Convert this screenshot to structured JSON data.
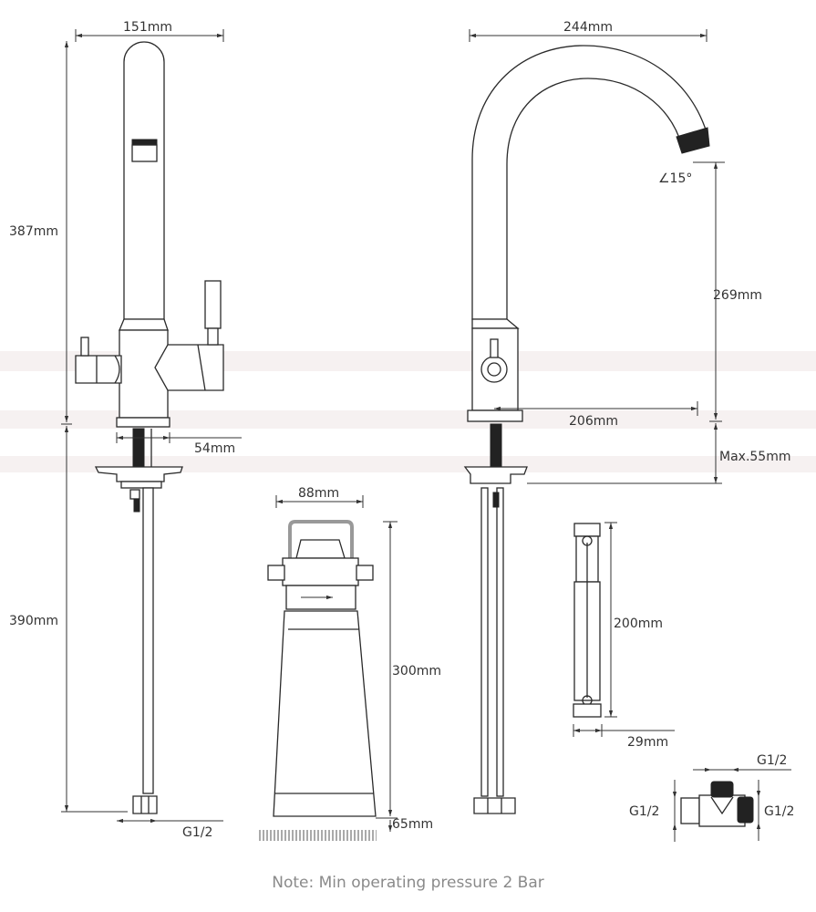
{
  "left_tap": {
    "width_label": "151mm",
    "height_upper_label": "387mm",
    "height_lower_label": "390mm",
    "hole_label": "54mm",
    "thread_label": "G1/2"
  },
  "right_tap": {
    "width_label": "244mm",
    "angle_label": "∠15°",
    "spout_height_label": "269mm",
    "reach_label": "206mm",
    "deck_label": "Max.55mm"
  },
  "filter": {
    "width_label": "88mm",
    "height_label": "300mm",
    "clearance_label": "65mm"
  },
  "connector": {
    "height_label": "200mm",
    "width_label": "29mm"
  },
  "valve": {
    "top_label": "G1/2",
    "left_label": "G1/2",
    "right_label": "G1/2"
  },
  "note": "Note: Min operating pressure 2 Bar"
}
